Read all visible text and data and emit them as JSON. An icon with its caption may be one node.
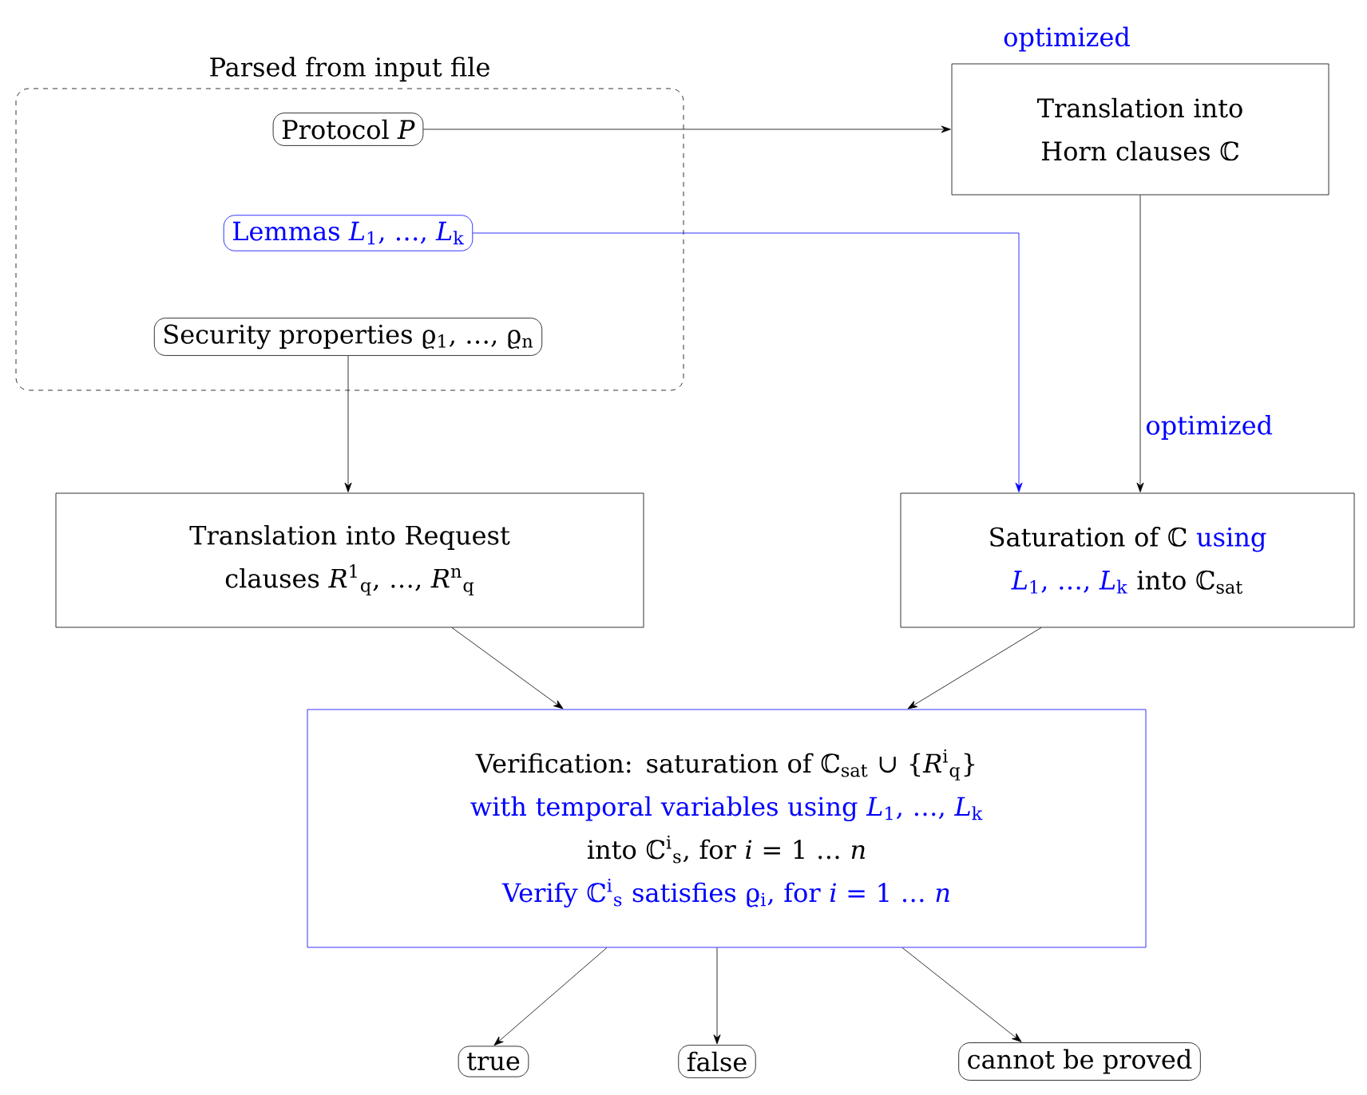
{
  "diagram": {
    "nodes": [
      {
        "text": [
          "Parsed from input file"
        ]
      },
      {
        "text": [
          "Protocol *P*"
        ],
        "in": 0
      },
      {
        "text": [
          "Lemmas *L*$_{1}$, …, *L*$_{k}$"
        ],
        "in": 0
      },
      {
        "text": [
          "Security properties ϱ$_{1}$, …, ϱ$_{n}$"
        ],
        "in": 0
      },
      {
        "text": [
          "Translation into Horn clauses ℂ"
        ],
        "beside": [
          "optimized"
        ]
      },
      {
        "text": [
          "Translation into Request clauses *R*$^{1}$$_{q}$, …, *R*$^{n}$$_{q}$"
        ]
      },
      {
        "text": [
          "Saturation of ℂ",
          "using",
          "*L*$_{1}$, …, *L*$_{k}$",
          "into ℂ$_{sat}$"
        ]
      },
      {
        "text": [
          "Verification: saturation of ℂ$_{sat}$ ∪ {*R*$^{i}$$_{q}$}",
          "with temporal variables using *L*$_{1}$, …, *L*$_{k}$",
          "into ℂ$^{i}$$_{s}$, for *i* = 1 … *n*",
          "Verify ℂ$^{i}$$_{s}$ satisfies ϱ$_{i}$, for *i* = 1 … *n*"
        ]
      },
      {
        "text": [
          "true"
        ]
      },
      {
        "text": [
          "false"
        ]
      },
      {
        "text": [
          "cannot be proved"
        ]
      }
    ],
    "edges": [
      {
        "from": 1,
        "to": 4,
        "arrow": "to"
      },
      {
        "from": 2,
        "to": 6,
        "arrow": "to",
        "color": "#0000ff"
      },
      {
        "from": 4,
        "to": 6,
        "arrow": "to",
        "label": "optimized"
      },
      {
        "from": 3,
        "to": 5,
        "arrow": "to"
      },
      {
        "from": 5,
        "to": 7,
        "arrow": "to"
      },
      {
        "from": 6,
        "to": 7,
        "arrow": "to"
      },
      {
        "from": 7,
        "to": 8,
        "arrow": "to"
      },
      {
        "from": 7,
        "to": 9,
        "arrow": "to"
      },
      {
        "from": 7,
        "to": 10,
        "arrow": "to"
      }
    ]
  }
}
